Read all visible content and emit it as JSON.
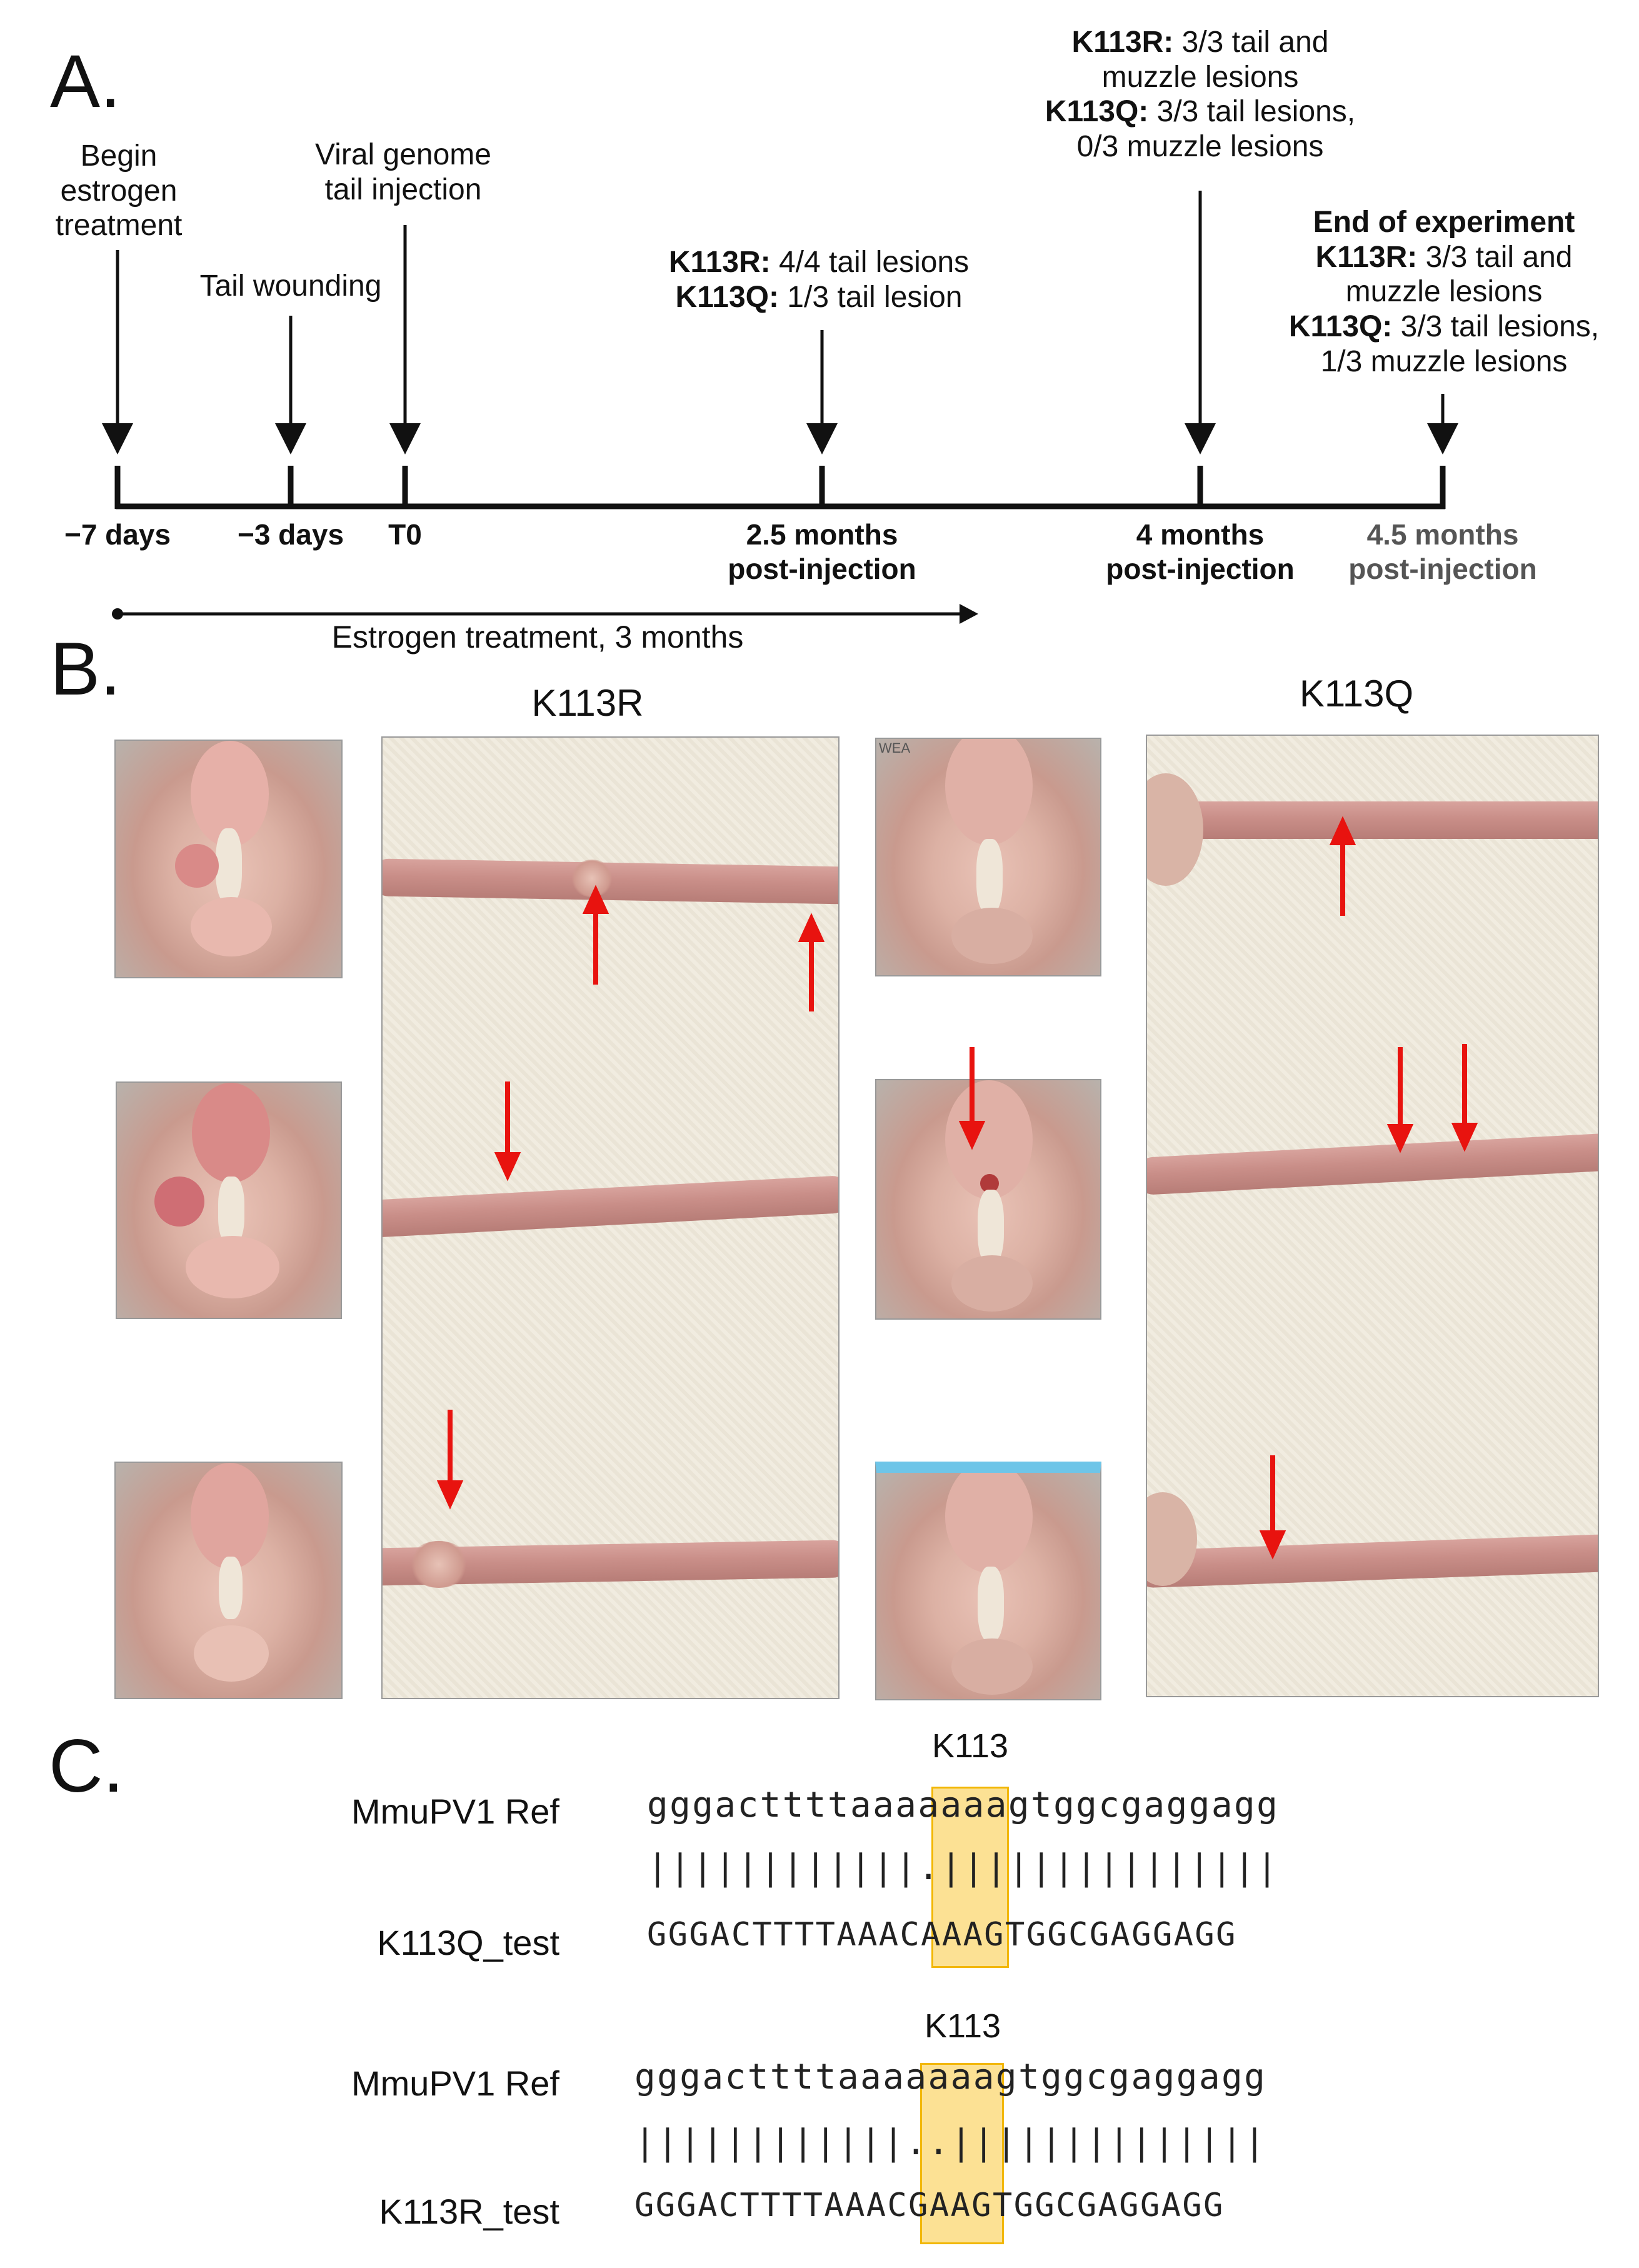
{
  "panelA": {
    "letter": "A.",
    "events": [
      {
        "lines": [
          "Begin",
          "estrogen",
          "treatment"
        ]
      },
      {
        "lines": [
          "Tail wounding"
        ]
      },
      {
        "lines": [
          "Viral genome",
          "tail injection"
        ]
      }
    ],
    "t25": {
      "r_bold": "K113R:",
      "r_text": " 4/4 tail lesions",
      "q_bold": "K113Q:",
      "q_text": " 1/3 tail lesion"
    },
    "t4": {
      "r_bold": "K113R:",
      "r_text": " 3/3 tail and",
      "r_text2": "muzzle lesions",
      "q_bold": "K113Q:",
      "q_text": " 3/3 tail lesions,",
      "q_text2": "0/3 muzzle lesions"
    },
    "t45": {
      "end": "End of experiment",
      "r_bold": "K113R:",
      "r_text": " 3/3 tail and",
      "r_text2": "muzzle lesions",
      "q_bold": "K113Q:",
      "q_text": " 3/3 tail lesions,",
      "q_text2": "1/3 muzzle lesions"
    },
    "ticks": [
      {
        "label": "−7 days"
      },
      {
        "label": "−3 days"
      },
      {
        "label": "T0"
      },
      {
        "label": "2.5 months",
        "sub": "post-injection"
      },
      {
        "label": "4 months",
        "sub": "post-injection"
      },
      {
        "label": "4.5 months",
        "sub": "post-injection"
      }
    ],
    "estrogen_bar": "Estrogen treatment, 3 months"
  },
  "panelB": {
    "letter": "B.",
    "group_r": "K113R",
    "group_q": "K113Q",
    "photo_labels": [
      "WEA"
    ]
  },
  "panelC": {
    "letter": "C.",
    "alignments": [
      {
        "site": "K113",
        "ref_label": "MmuPV1 Ref",
        "ref_seq": "gggacttttaaaaaaagtggcgaggagg",
        "match": "||||||||||||.|||||||||||||||",
        "test_label": "K113Q_test",
        "test_seq": "GGGACTTTTAAACAAAGTGGCGAGGAGG"
      },
      {
        "site": "K113",
        "ref_label": "MmuPV1 Ref",
        "ref_seq": "gggacttttaaaaaaagtggcgaggagg",
        "match": "||||||||||||..||||||||||||||",
        "test_label": "K113R_test",
        "test_seq": "GGGACTTTTAAACGAAGTGGCGAGGAGG"
      }
    ]
  },
  "colors": {
    "arrow_red": "#e8130f",
    "highlight": "#f9cf52",
    "timeline": "#111111"
  }
}
